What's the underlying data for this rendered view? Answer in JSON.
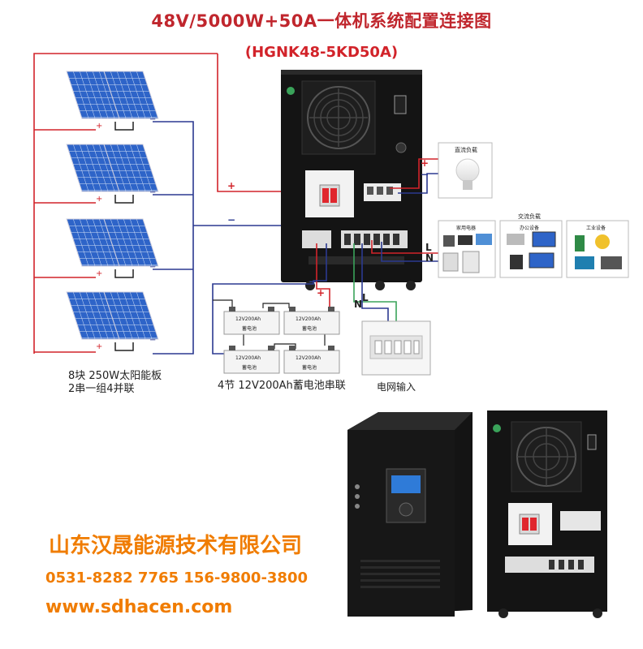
{
  "title": "48V/5000W+50A一体机系统配置连接图",
  "model": "(HGNK48-5KD50A)",
  "solar": {
    "line1": "8块  250W太阳能板",
    "line2": "2串一组4并联"
  },
  "battery": {
    "caption": "4节 12V200Ah蓄电池串联",
    "unit_label": "12V200Ah",
    "unit_sub": "蓄电池"
  },
  "grid": {
    "caption": "电网输入"
  },
  "dc_load": {
    "title": "直流负载"
  },
  "ac_load": {
    "title": "交流负载",
    "home": "家用电器",
    "office": "办公设备",
    "industry": "工业设备"
  },
  "polarity": {
    "plus": "+",
    "minus": "−",
    "L": "L",
    "N": "N"
  },
  "company": "山东汉晟能源技术有限公司",
  "phone": "0531-8282 7765  156-9800-3800",
  "website": "www.sdhacen.com",
  "colors": {
    "title": "#c0262d",
    "accent": "#f07c00",
    "positive": "#d2232a",
    "negative": "#2b3990",
    "ac_line": "#3aa35a"
  }
}
